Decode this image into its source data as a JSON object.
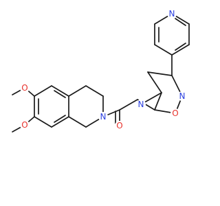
{
  "molecule": {
    "colors": {
      "bond": "#1a1a1a",
      "oxygen": "#e8322c",
      "nitrogen": "#2a3fe0",
      "background": "#ffffff"
    },
    "atoms": [
      {
        "id": "o_methoxy_top",
        "label": "O",
        "element": "oxygen"
      },
      {
        "id": "o_methoxy_bottom",
        "label": "O",
        "element": "oxygen"
      },
      {
        "id": "n_ring",
        "label": "N",
        "element": "nitrogen"
      },
      {
        "id": "o_carbonyl",
        "label": "O",
        "element": "oxygen"
      },
      {
        "id": "n_oxadiazole_3",
        "label": "N",
        "element": "nitrogen"
      },
      {
        "id": "n_oxadiazole_2",
        "label": "N",
        "element": "nitrogen"
      },
      {
        "id": "o_oxadiazole",
        "label": "O",
        "element": "oxygen"
      },
      {
        "id": "n_pyridine",
        "label": "N",
        "element": "nitrogen"
      }
    ]
  }
}
